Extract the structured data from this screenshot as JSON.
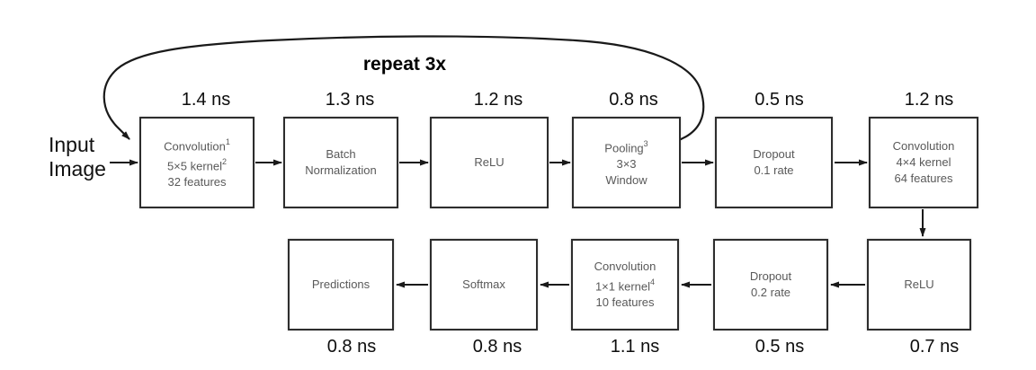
{
  "input": {
    "line1": "Input",
    "line2": "Image"
  },
  "repeat_label": "repeat 3x",
  "nodes": {
    "conv1": {
      "time": "1.4 ns",
      "l1": "Convolution",
      "l1sup": "1",
      "l2": "5×5 kernel",
      "l2sup": "2",
      "l3": "32 features"
    },
    "batchnorm": {
      "time": "1.3 ns",
      "l1": "Batch",
      "l2": "Normalization"
    },
    "relu1": {
      "time": "1.2 ns",
      "l1": "ReLU"
    },
    "pooling": {
      "time": "0.8 ns",
      "l1": "Pooling",
      "l1sup": "3",
      "l2": "3×3",
      "l3": "Window"
    },
    "dropout1": {
      "time": "0.5 ns",
      "l1": "Dropout",
      "l2": "0.1 rate"
    },
    "conv2": {
      "time": "1.2 ns",
      "l1": "Convolution",
      "l2": "4×4 kernel",
      "l3": "64 features"
    },
    "relu2": {
      "time": "0.7 ns",
      "l1": "ReLU"
    },
    "dropout2": {
      "time": "0.5 ns",
      "l1": "Dropout",
      "l2": "0.2 rate"
    },
    "conv3": {
      "time": "1.1 ns",
      "l1": "Convolution",
      "l2": "1×1 kernel",
      "l2sup": "4",
      "l3": "10 features"
    },
    "softmax": {
      "time": "0.8 ns",
      "l1": "Softmax"
    },
    "predictions": {
      "time": "0.8 ns",
      "l1": "Predictions"
    }
  },
  "colors": {
    "background": "#ffffff",
    "box_border": "#2d2d2d",
    "box_text": "#595959",
    "label_text": "#0d0d0d",
    "arrow": "#1a1a1a"
  }
}
